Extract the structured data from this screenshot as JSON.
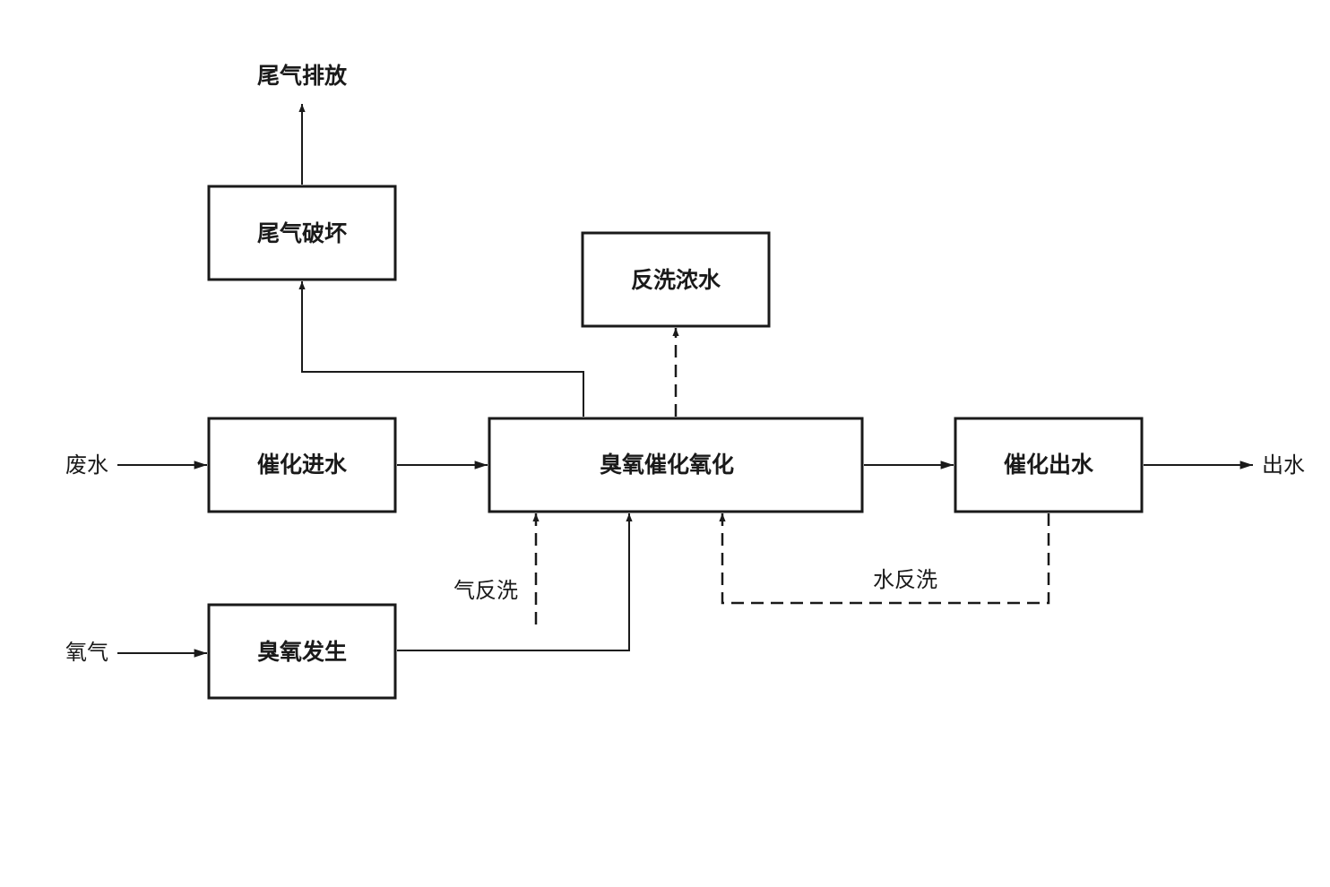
{
  "diagram": {
    "nodes": {
      "tail_gas_destruction": "尾气破坏",
      "backwash_concentrate": "反洗浓水",
      "catalytic_inlet": "催化进水",
      "ozone_catalytic_oxidation": "臭氧催化氧化",
      "catalytic_outlet": "催化出水",
      "ozone_generation": "臭氧发生"
    },
    "labels": {
      "tail_gas_discharge": "尾气排放",
      "wastewater": "废水",
      "oxygen": "氧气",
      "effluent": "出水",
      "air_backwash": "气反洗",
      "water_backwash": "水反洗"
    },
    "edges": [
      {
        "from": "废水",
        "to": "催化进水",
        "style": "solid"
      },
      {
        "from": "催化进水",
        "to": "臭氧催化氧化",
        "style": "solid"
      },
      {
        "from": "臭氧催化氧化",
        "to": "催化出水",
        "style": "solid"
      },
      {
        "from": "催化出水",
        "to": "出水",
        "style": "solid"
      },
      {
        "from": "氧气",
        "to": "臭氧发生",
        "style": "solid"
      },
      {
        "from": "臭氧发生",
        "to": "臭氧催化氧化",
        "style": "solid"
      },
      {
        "from": "臭氧催化氧化",
        "to": "尾气破坏",
        "style": "solid"
      },
      {
        "from": "尾气破坏",
        "to": "尾气排放",
        "style": "solid"
      },
      {
        "from": "臭氧催化氧化",
        "to": "反洗浓水",
        "style": "dashed"
      },
      {
        "from": "气反洗",
        "to": "臭氧催化氧化",
        "style": "dashed"
      },
      {
        "from": "催化出水",
        "to": "臭氧催化氧化",
        "label": "水反洗",
        "style": "dashed"
      }
    ]
  }
}
